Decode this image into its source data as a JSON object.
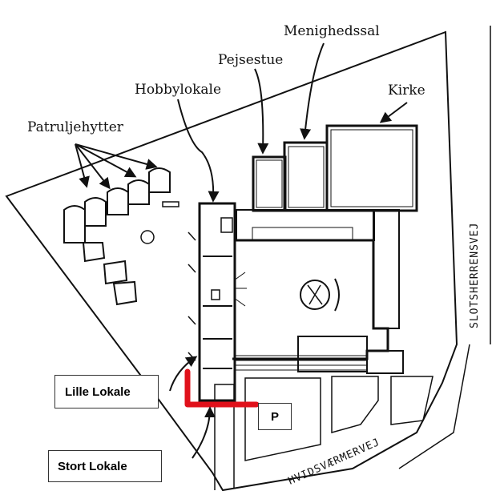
{
  "labels": {
    "patruljehytter": "Patruljehytter",
    "hobbylokale": "Hobbylokale",
    "pejsestue": "Pejsestue",
    "menighedssal": "Menighedssal",
    "kirke": "Kirke"
  },
  "streets": {
    "slotsherrensvej": "SLOTSHERRENSVEJ",
    "hvidsvaermervej": "HVIDSVÆRMERVEJ"
  },
  "callouts": {
    "lille_lokale": "Lille Lokale",
    "stort_lokale": "Stort Lokale",
    "parking": "P"
  },
  "colors": {
    "route": "#e0111b",
    "ink": "#111111"
  }
}
